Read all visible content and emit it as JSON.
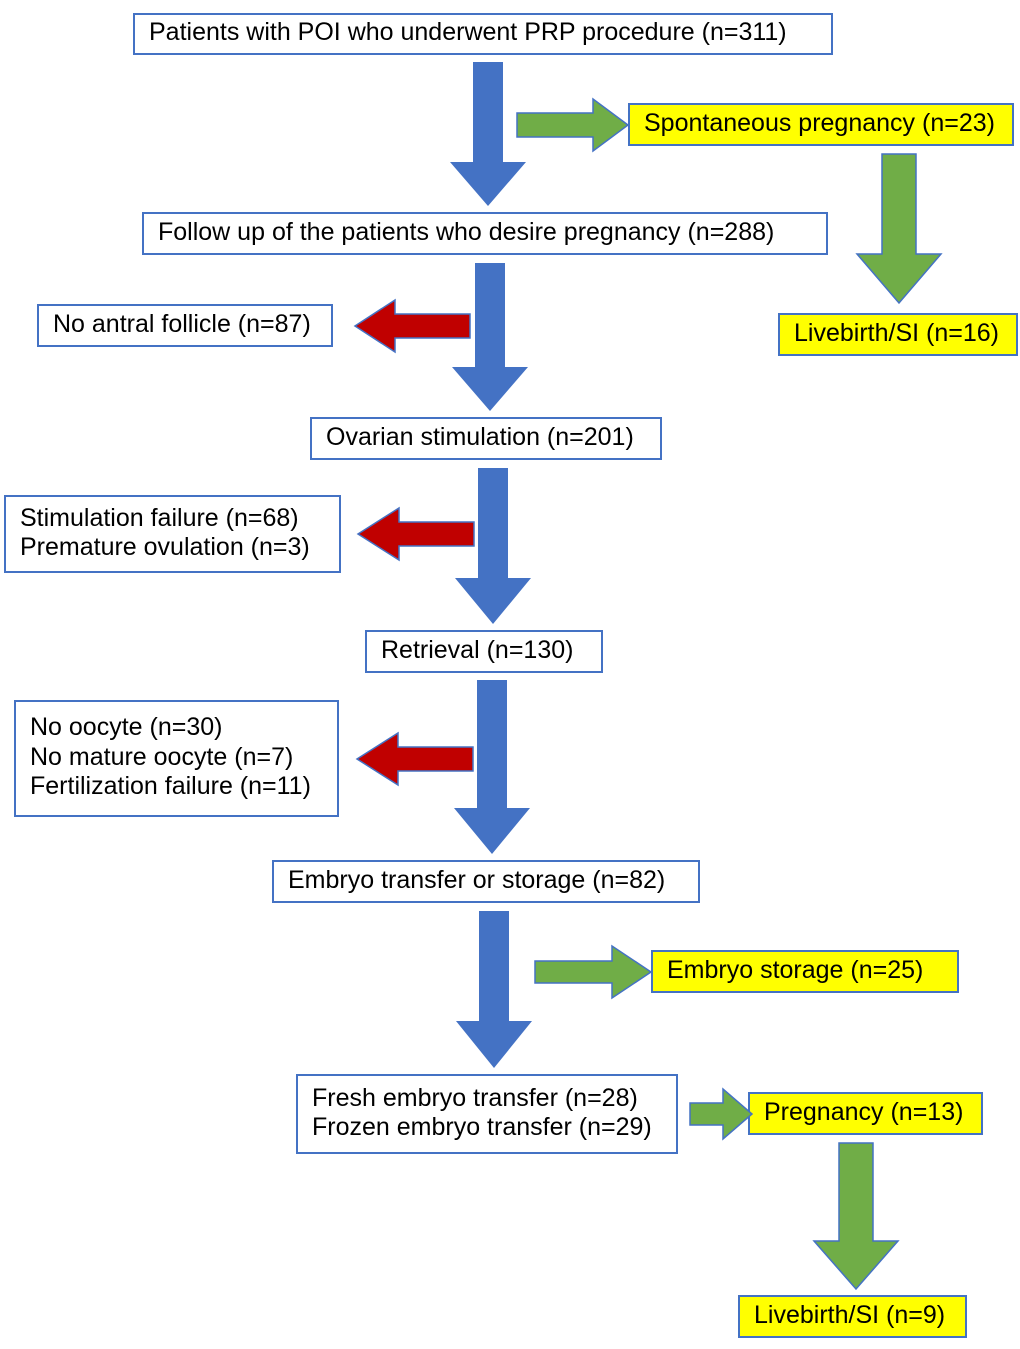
{
  "diagram": {
    "title": "POI PRP procedure patient flow chart",
    "colors": {
      "box_border": "#4472C4",
      "box_fill": "#FFFFFF",
      "outcome_fill": "#FFFF00",
      "flow_arrow": "#4472C4",
      "exclusion_arrow": "#C00000",
      "outcome_arrow": "#70AD47",
      "outcome_arrow_border": "#4472C4",
      "text": "#000000"
    },
    "nodes": [
      {
        "id": "enrolled",
        "lines": [
          "Patients with POI who underwent PRP procedure (n=311)"
        ],
        "style": "white"
      },
      {
        "id": "spontaneous-pregnancy",
        "lines": [
          "Spontaneous pregnancy (n=23)"
        ],
        "style": "yellow"
      },
      {
        "id": "follow-up",
        "lines": [
          "Follow up of the patients who desire pregnancy (n=288)"
        ],
        "style": "white"
      },
      {
        "id": "no-antral-follicle",
        "lines": [
          "No antral follicle (n=87)"
        ],
        "style": "white"
      },
      {
        "id": "livebirth-si-16",
        "lines": [
          "Livebirth/SI (n=16)"
        ],
        "style": "yellow"
      },
      {
        "id": "ovarian-stimulation",
        "lines": [
          "Ovarian stimulation (n=201)"
        ],
        "style": "white"
      },
      {
        "id": "stimulation-failure",
        "lines": [
          "Stimulation failure (n=68)",
          "Premature ovulation (n=3)"
        ],
        "style": "white"
      },
      {
        "id": "retrieval",
        "lines": [
          "Retrieval (n=130)"
        ],
        "style": "white"
      },
      {
        "id": "oocyte-failures",
        "lines": [
          "No oocyte (n=30)",
          "No mature oocyte (n=7)",
          "Fertilization failure (n=11)"
        ],
        "style": "white"
      },
      {
        "id": "embryo-transfer-or-storage",
        "lines": [
          "Embryo transfer or storage (n=82)"
        ],
        "style": "white"
      },
      {
        "id": "embryo-storage",
        "lines": [
          "Embryo storage (n=25)"
        ],
        "style": "yellow"
      },
      {
        "id": "embryo-transfers",
        "lines": [
          "Fresh embryo transfer (n=28)",
          "Frozen embryo transfer (n=29)"
        ],
        "style": "white"
      },
      {
        "id": "pregnancy-13",
        "lines": [
          "Pregnancy (n=13)"
        ],
        "style": "yellow"
      },
      {
        "id": "livebirth-si-9",
        "lines": [
          "Livebirth/SI (n=9)"
        ],
        "style": "yellow"
      }
    ],
    "arrows": [
      {
        "id": "enrolled-to-followup",
        "kind": "flow",
        "direction": "down"
      },
      {
        "id": "enrolled-to-spontaneous-pregnancy",
        "kind": "outcome",
        "direction": "right"
      },
      {
        "id": "spontaneous-pregnancy-to-livebirth16",
        "kind": "outcome",
        "direction": "down"
      },
      {
        "id": "followup-to-ovarian-stimulation",
        "kind": "flow",
        "direction": "down"
      },
      {
        "id": "followup-to-no-antral-follicle",
        "kind": "exclusion",
        "direction": "left"
      },
      {
        "id": "stimulation-to-retrieval",
        "kind": "flow",
        "direction": "down"
      },
      {
        "id": "stimulation-to-failures",
        "kind": "exclusion",
        "direction": "left"
      },
      {
        "id": "retrieval-to-embryo-transfer-or-storage",
        "kind": "flow",
        "direction": "down"
      },
      {
        "id": "retrieval-to-oocyte-failures",
        "kind": "exclusion",
        "direction": "left"
      },
      {
        "id": "embryo-to-transfers",
        "kind": "flow",
        "direction": "down"
      },
      {
        "id": "embryo-to-storage",
        "kind": "outcome",
        "direction": "right"
      },
      {
        "id": "transfers-to-pregnancy",
        "kind": "outcome",
        "direction": "right"
      },
      {
        "id": "pregnancy-to-livebirth9",
        "kind": "outcome",
        "direction": "down"
      }
    ]
  }
}
